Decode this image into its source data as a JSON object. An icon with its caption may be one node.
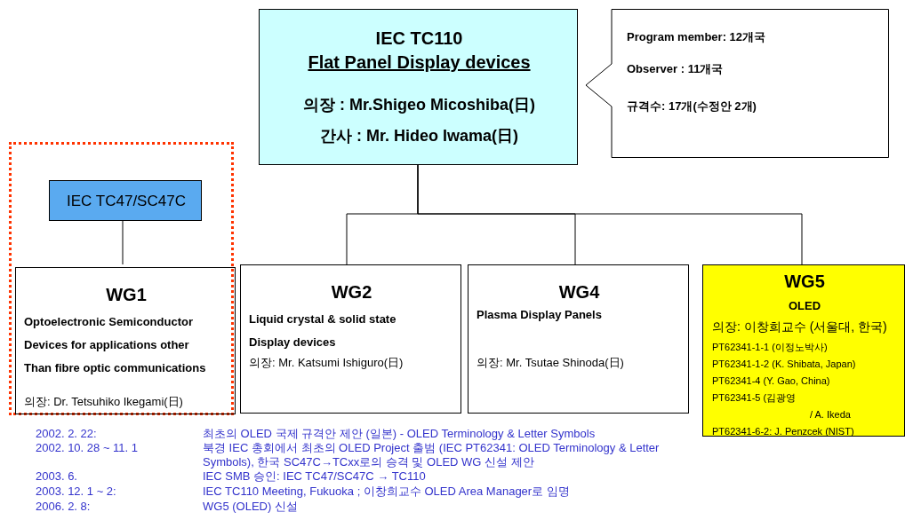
{
  "diagram": {
    "nodes": [
      {
        "text": [
          "IEC TC110",
          "Flat Panel Display devices",
          "의장 : Mr.Shigeo Micoshiba(日)",
          "간사 : Mr. Hideo Iwama(日)"
        ]
      },
      {
        "text": [
          "Program member: 12개국",
          "Observer : 11개국",
          "규격수: 17개(수정안 2개)"
        ]
      },
      {
        "text": [],
        "shape": "box"
      },
      {
        "text": [
          "IEC TC47/SC47C"
        ],
        "in": 2
      },
      {
        "text": [
          "WG1",
          "Optoelectronic Semiconductor Devices for applications other Than fibre optic communications",
          "의장: Dr. Tetsuhiko Ikegami(日)"
        ],
        "in": 2
      },
      {
        "text": [
          "WG2",
          "Liquid crystal & solid state Display devices",
          "의장: Mr. Katsumi Ishiguro(日)"
        ]
      },
      {
        "text": [
          "WG4",
          "Plasma Display Panels",
          "의장: Mr. Tsutae Shinoda(日)"
        ]
      },
      {
        "text": [
          "WG5",
          "OLED",
          "의장: 이창희교수 (서울대, 한국)",
          "PT62341-1-1 (이정노박사)",
          "PT62341-1-2 (K. Shibata, Japan)",
          "PT62341-4 (Y. Gao, China)",
          "PT62341-5 (김광영",
          "/ A. Ikeda",
          "PT62341-6-2: J. Penzcek (NIST)"
        ]
      }
    ],
    "edges": [
      {
        "from": 0,
        "to": 5,
        "arrow": "none"
      },
      {
        "from": 0,
        "to": 6,
        "arrow": "none"
      },
      {
        "from": 0,
        "to": 7,
        "arrow": "none"
      },
      {
        "from": 3,
        "to": 4,
        "arrow": "none"
      }
    ],
    "labels": [
      "2002. 2. 22:",
      "최초의 OLED 국제 규격안 제안 (일본) - OLED Terminology & Letter Symbols",
      "2002. 10. 28 ~ 11. 1",
      "북경 IEC 총회에서 최초의 OLED Project 출범 (IEC PT62341: OLED Terminology & Letter Symbols), 한국 SC47C→TCxx로의 승격 및 OLED WG 신설 제안",
      "2003. 6.",
      "IEC SMB 승인: IEC TC47/SC47C → TC110",
      "2003. 12. 1 ~ 2:",
      "IEC TC110 Meeting, Fukuoka ;  이창희교수 OLED Area Manager로 임명",
      "2006. 2. 8:",
      "WG5 (OLED) 신설"
    ]
  }
}
